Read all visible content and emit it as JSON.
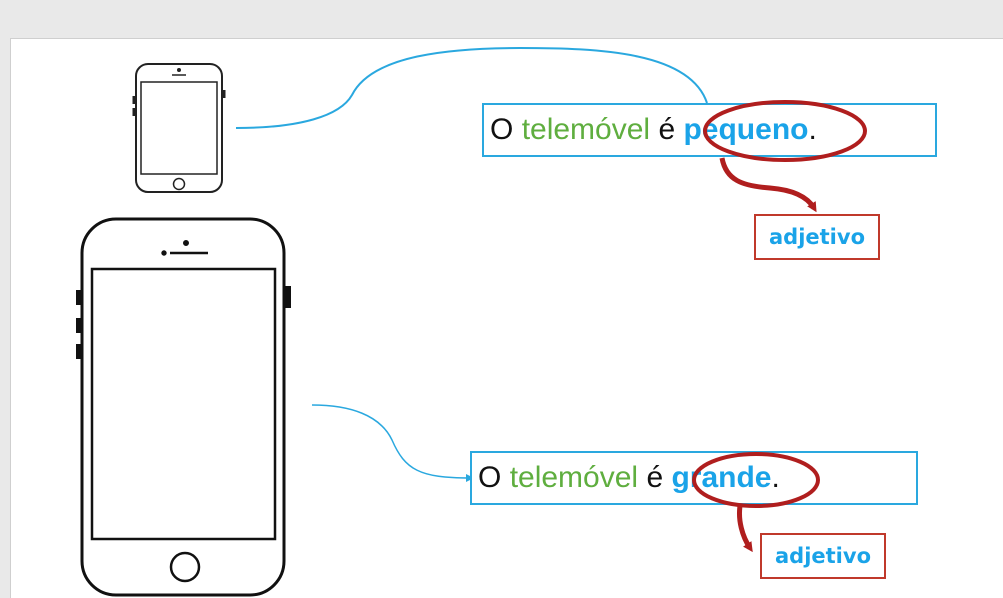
{
  "sentences": [
    {
      "article": "O",
      "noun": "telemóvel",
      "verb": "é",
      "adjective": "pequeno",
      "period": "."
    },
    {
      "article": "O",
      "noun": "telemóvel",
      "verb": "é",
      "adjective": "grande",
      "period": "."
    }
  ],
  "tags": [
    "adjetivo",
    "adjetivo"
  ],
  "colors": {
    "noun": "#5fae3f",
    "adjective": "#1aa3e8",
    "box_border": "#2aa8df",
    "highlight_ellipse": "#b01e1e",
    "tag_border": "#c0392b",
    "connector": "#2aa8df"
  },
  "icons": [
    "small-phone-icon",
    "large-phone-icon"
  ]
}
